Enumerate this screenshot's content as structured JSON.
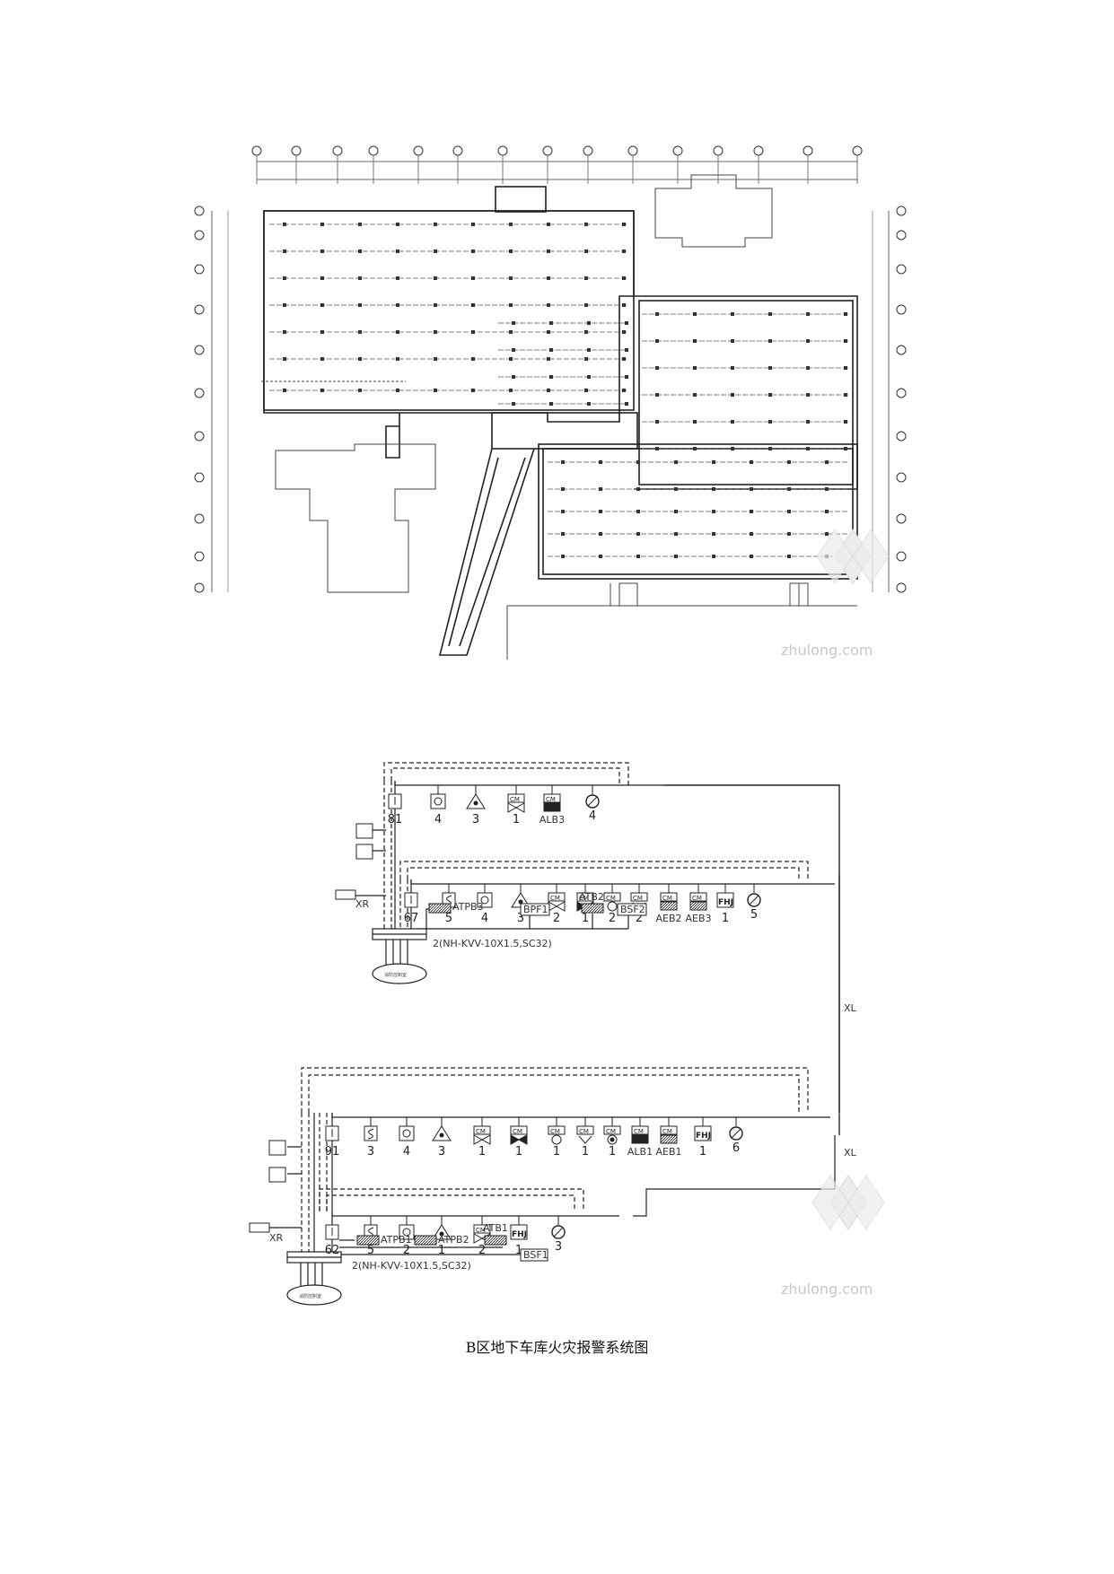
{
  "watermark": "zhulong.com",
  "caption": "B区地下车库火灾报警系统图",
  "system_top": {
    "row1_counts": [
      "81",
      "4",
      "3",
      "1",
      "ALB3",
      "4"
    ],
    "row2_counts": [
      "67",
      "5",
      "4",
      "3",
      "2",
      "1",
      "2",
      "2",
      "AEB2",
      "AEB3",
      "1",
      "5"
    ],
    "row2_fhj": "FHJ",
    "aux": [
      "ATPB3",
      "BPF1",
      "ATB2",
      "BSF2"
    ],
    "cable": "2(NH-KVV-10X1.5,SC32)",
    "xr": "XR",
    "control_room": "消防控制室",
    "riser": "XL"
  },
  "system_bottom": {
    "row1_counts": [
      "91",
      "3",
      "4",
      "3",
      "1",
      "1",
      "1",
      "1",
      "1",
      "ALB1",
      "AEB1",
      "1",
      "6"
    ],
    "row1_fhj": "FHJ",
    "row2_counts": [
      "62",
      "5",
      "2",
      "1",
      "2",
      "1",
      "3"
    ],
    "row2_fhj": "FHJ",
    "aux": [
      "ATPB1",
      "ATPB2",
      "ATB1",
      "BSF1"
    ],
    "cable": "2(NH-KVV-10X1.5,SC32)",
    "xr": "XR",
    "control_room": "消防控制室",
    "riser": "XL"
  }
}
